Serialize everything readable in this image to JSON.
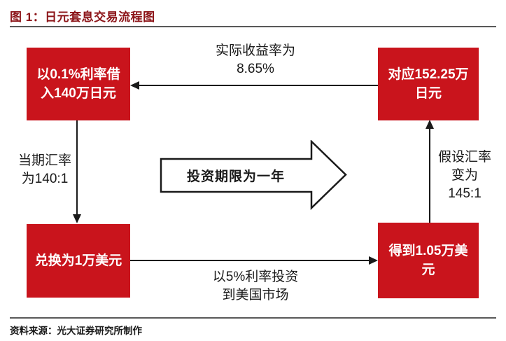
{
  "figure": {
    "title": "图 1：日元套息交易流程图",
    "source": "资料来源：光大证券研究所制作"
  },
  "colors": {
    "box_red": "#C9141C",
    "title_red": "#8C1418",
    "divider_gray": "#595959",
    "ink": "#1A1A1A",
    "box_text": "#FFFFFF"
  },
  "flow": {
    "box_borrow_jpy": "以0.1%利率借\n入140万日元",
    "box_corresponding_jpy": "对应152.25万\n日元",
    "box_exchange_usd": "兑换为1万美元",
    "box_result_usd": "得到1.05万美\n元",
    "label_actual_return": "实际收益率为\n8.65%",
    "label_spot_rate": "当期汇率\n为140:1",
    "label_invest": "以5%利率投资\n到美国市场",
    "label_assumed_rate": "假设汇率\n变为\n145:1",
    "label_period": "投资期限为一年"
  }
}
